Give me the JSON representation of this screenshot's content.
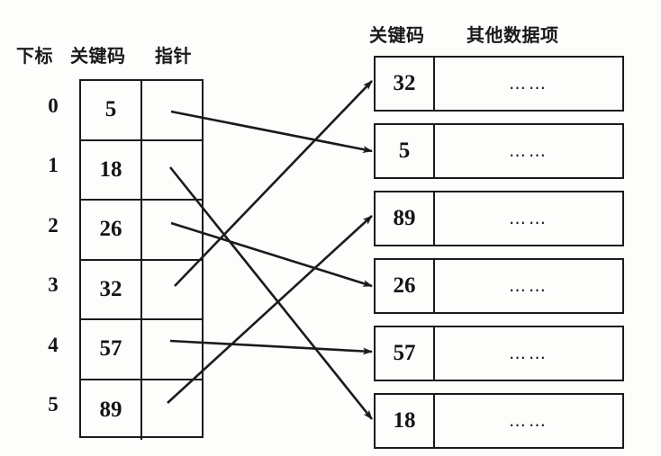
{
  "diagram": {
    "title_not_shown": "",
    "left_headers": {
      "index": "下标",
      "key": "关键码",
      "pointer": "指针"
    },
    "right_headers": {
      "key": "关键码",
      "other": "其他数据项"
    },
    "index_table": [
      {
        "index": "0",
        "key": "5",
        "points_to_record": 1
      },
      {
        "index": "1",
        "key": "18",
        "points_to_record": 5
      },
      {
        "index": "2",
        "key": "26",
        "points_to_record": 3
      },
      {
        "index": "3",
        "key": "32",
        "points_to_record": 0
      },
      {
        "index": "4",
        "key": "57",
        "points_to_record": 4
      },
      {
        "index": "5",
        "key": "89",
        "points_to_record": 2
      }
    ],
    "records": [
      {
        "key": "32",
        "data": "……"
      },
      {
        "key": "5",
        "data": "……"
      },
      {
        "key": "89",
        "data": "……"
      },
      {
        "key": "26",
        "data": "……"
      },
      {
        "key": "57",
        "data": "……"
      },
      {
        "key": "18",
        "data": "……"
      }
    ],
    "colors": {
      "ink": "#1b1b1b",
      "background": "#fdfdfc"
    }
  }
}
